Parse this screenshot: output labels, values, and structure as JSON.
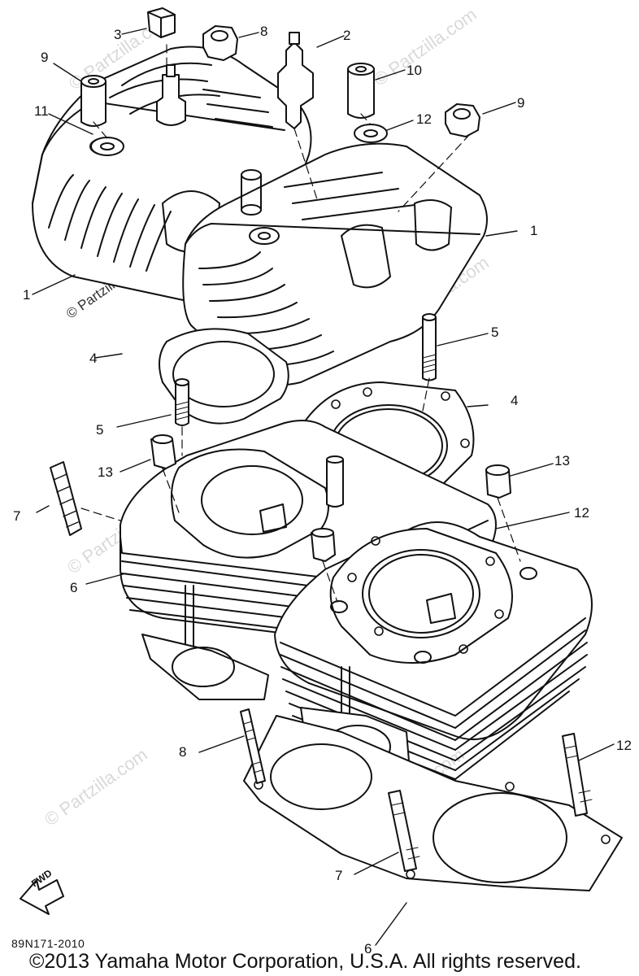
{
  "diagram": {
    "part_code": "89N171-2010",
    "copyright": "©2013 Yamaha Motor Corporation, U.S.A. All rights reserved.",
    "direction_arrow": "FWD",
    "watermark": "© Partzilla.com",
    "callouts": [
      {
        "id": "c1a",
        "text": "1"
      },
      {
        "id": "c1b",
        "text": "1"
      },
      {
        "id": "c2",
        "text": "2"
      },
      {
        "id": "c3",
        "text": "3"
      },
      {
        "id": "c4a",
        "text": "4"
      },
      {
        "id": "c4b",
        "text": "4"
      },
      {
        "id": "c5a",
        "text": "5"
      },
      {
        "id": "c5b",
        "text": "5"
      },
      {
        "id": "c6a",
        "text": "6"
      },
      {
        "id": "c6b",
        "text": "6"
      },
      {
        "id": "c7a",
        "text": "7"
      },
      {
        "id": "c7b",
        "text": "7"
      },
      {
        "id": "c8a",
        "text": "8"
      },
      {
        "id": "c8b",
        "text": "8"
      },
      {
        "id": "c9a",
        "text": "9"
      },
      {
        "id": "c9b",
        "text": "9"
      },
      {
        "id": "c10",
        "text": "10"
      },
      {
        "id": "c11",
        "text": "11"
      },
      {
        "id": "c12a",
        "text": "12"
      },
      {
        "id": "c12b",
        "text": "12"
      },
      {
        "id": "c12c",
        "text": "12"
      },
      {
        "id": "c13a",
        "text": "13"
      },
      {
        "id": "c13b",
        "text": "13"
      }
    ]
  }
}
